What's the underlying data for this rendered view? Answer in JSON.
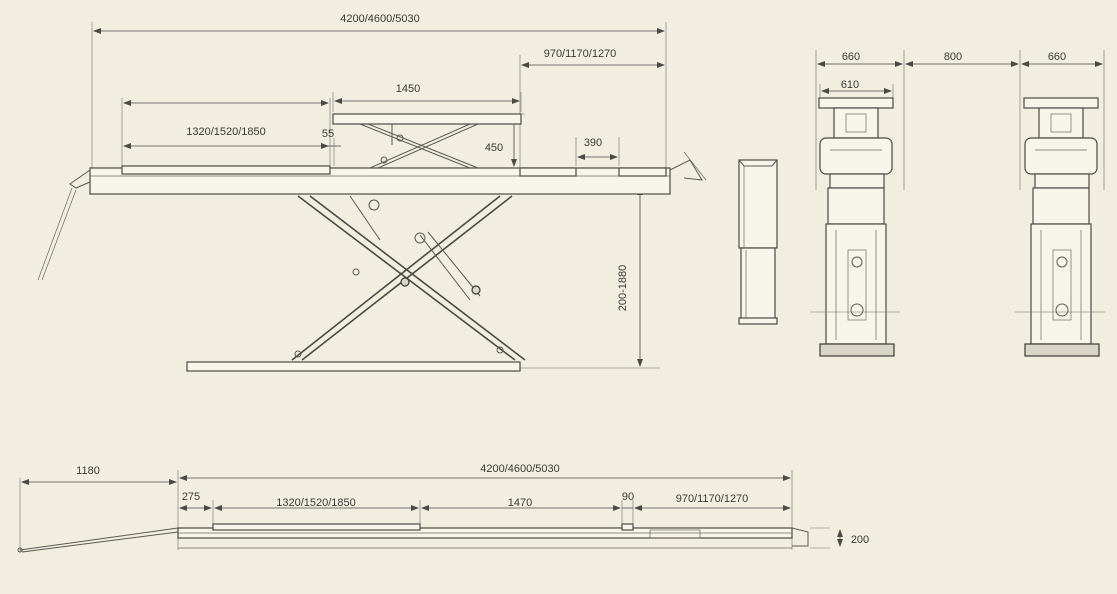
{
  "side_view": {
    "overall_length": "4200/4600/5030",
    "ramp_extension": "970/1170/1270",
    "platform_length": "1450",
    "front_section": "1320/1520/1850",
    "gap": "55",
    "platform_height": "450",
    "slot_width": "390",
    "lift_range": "200-1880"
  },
  "front_view": {
    "width_left": "660",
    "spacing": "800",
    "width_right": "660",
    "top_width": "610"
  },
  "plan_view": {
    "ramp_length": "1180",
    "overall_length": "4200/4600/5030",
    "offset": "275",
    "front_section": "1320/1520/1850",
    "mid_section": "1470",
    "gap": "90",
    "rear_section": "970/1170/1270",
    "lowered_height": "200"
  }
}
